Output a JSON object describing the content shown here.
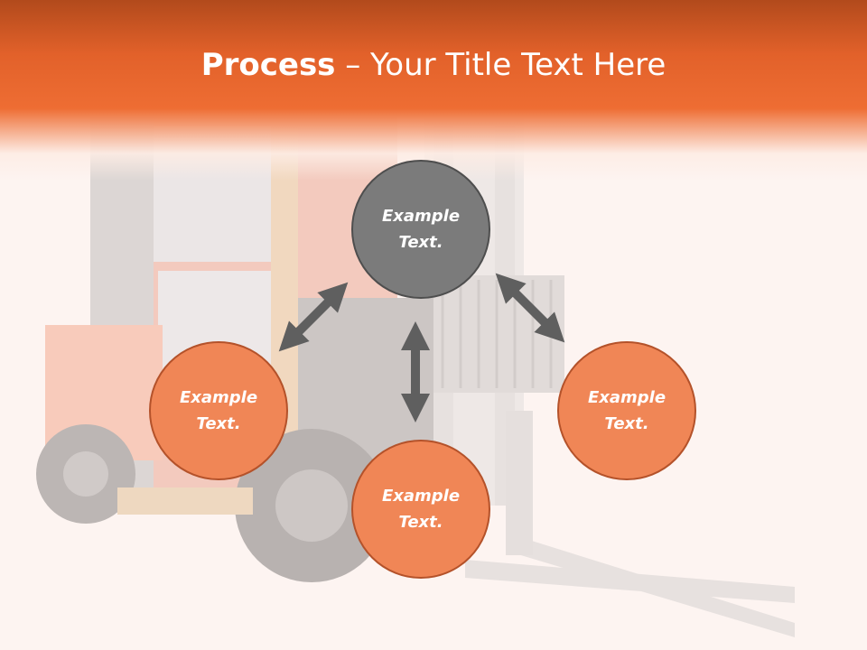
{
  "title": {
    "bold": "Process",
    "rest": " – Your Title Text Here"
  },
  "circles": {
    "top": "Example Text.",
    "left": "Example Text.",
    "right": "Example Text.",
    "bottom": "Example Text."
  },
  "colors": {
    "header": "#ee6d33",
    "circle_gray": "#7b7b7b",
    "circle_orange": "#f08656",
    "arrow": "#5f5f5f"
  },
  "icons": [
    "double-arrow-icon"
  ]
}
